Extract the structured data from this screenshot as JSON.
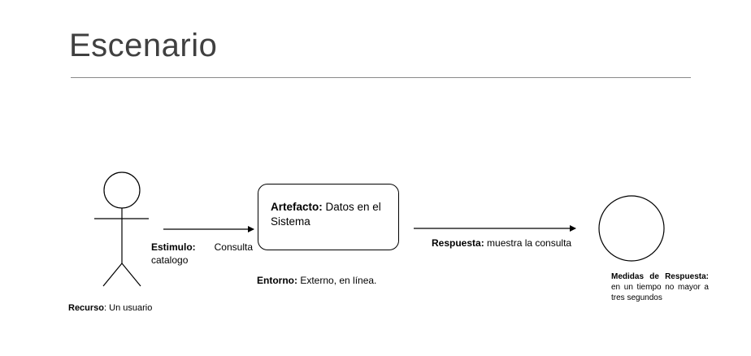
{
  "slide": {
    "title": "Escenario"
  },
  "recurso": {
    "label": "Recurso",
    "value": ": Un usuario"
  },
  "estimulo": {
    "label": "Estimulo:",
    "value_line1": "Consulta",
    "value_line2": "catalogo"
  },
  "artefacto": {
    "label": "Artefacto:",
    "value": " Datos en el Sistema"
  },
  "entorno": {
    "label": "Entorno:",
    "value": " Externo, en línea."
  },
  "respuesta": {
    "label": "Respuesta:",
    "value": " muestra la consulta"
  },
  "medidas": {
    "label": "Medidas de Respuesta:",
    "value": " en un tiempo no mayor a tres segundos"
  }
}
